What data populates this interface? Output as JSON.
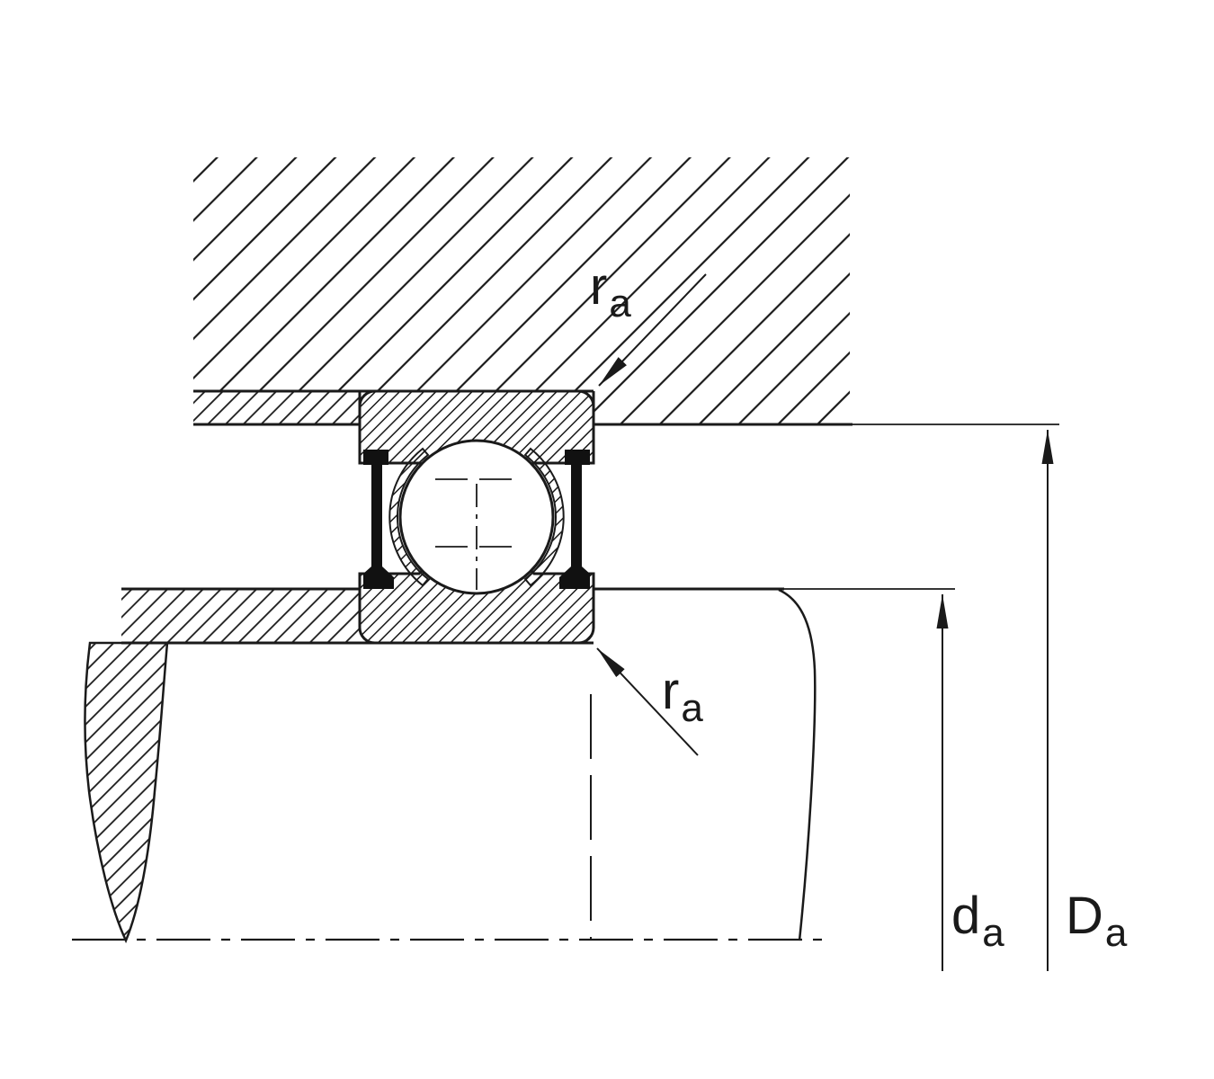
{
  "diagram": {
    "title": "bearing-abutment-cross-section",
    "labels": {
      "ra_top": {
        "main": "r",
        "sub": "a"
      },
      "ra_bottom": {
        "main": "r",
        "sub": "a"
      },
      "da": {
        "main": "d",
        "sub": "a"
      },
      "Da": {
        "main": "D",
        "sub": "a"
      }
    },
    "colors": {
      "ink": "#1a1a1a",
      "background": "#ffffff"
    }
  }
}
